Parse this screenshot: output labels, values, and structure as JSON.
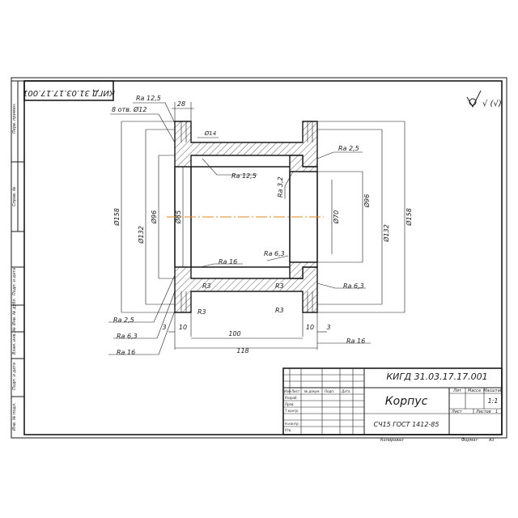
{
  "title_block": {
    "doc_code": "КИГД 31.03.17.17.001",
    "doc_code_rotated": "КИГД 31.03.17.17.001",
    "part_name": "Корпус",
    "material": "СЧ15 ГОСТ 1412-85",
    "col_lit": "Лит",
    "col_mass": "Масса",
    "col_scale": "Масштаб",
    "scale_value": "1:1",
    "sheet_label": "Лист",
    "sheets_label": "Листов",
    "sheets_value": "1",
    "rows": [
      "Изм",
      "Лист",
      "№ докум.",
      "Подп.",
      "Дата"
    ],
    "roles": [
      "Разраб.",
      "Пров.",
      "Т.контр.",
      "",
      "Н.контр.",
      "Утв."
    ],
    "copied": "Копировал",
    "format": "Формат",
    "format_value": "А3"
  },
  "side_stamp": [
    "Перв. примен.",
    "Справ. №",
    "Подп. и дата",
    "Инв. № дубл.",
    "Взам. инв. №",
    "Подп. и дата",
    "Инв. № подл."
  ],
  "roughness_general": "√ (√)",
  "annotations": {
    "ra_125_top": "Ra 12,5",
    "holes": "8 отв. Ø12",
    "dim_28": "28",
    "dim_14": "Ø14",
    "ra_125_mid": "Ra 12,5",
    "ra_25_right": "Ra 2,5",
    "ra_32": "Ra 3,2",
    "ra_16_bore": "Ra 16",
    "ra_63_bore": "Ra 6,3",
    "r3_a": "R3",
    "r3_b": "R3",
    "r3_c": "R3",
    "r3_d": "R3",
    "ra_63_right": "Ra 6,3",
    "ra_25_left": "Ra 2,5",
    "ra_63_left": "Ra 6,3",
    "ra_16_left": "Ra 16",
    "ra_16_right": "Ra 16",
    "d158_left": "Ø158",
    "d132_left": "Ø132",
    "d96_left": "Ø96",
    "d85": "Ø85",
    "d70": "Ø70",
    "d96_right": "Ø96",
    "d132_right": "Ø132",
    "d158_right": "Ø158",
    "dim_3_left": "3",
    "dim_10_left": "10",
    "dim_100": "100",
    "dim_10_right": "10",
    "dim_3_right": "3",
    "dim_118": "118"
  }
}
